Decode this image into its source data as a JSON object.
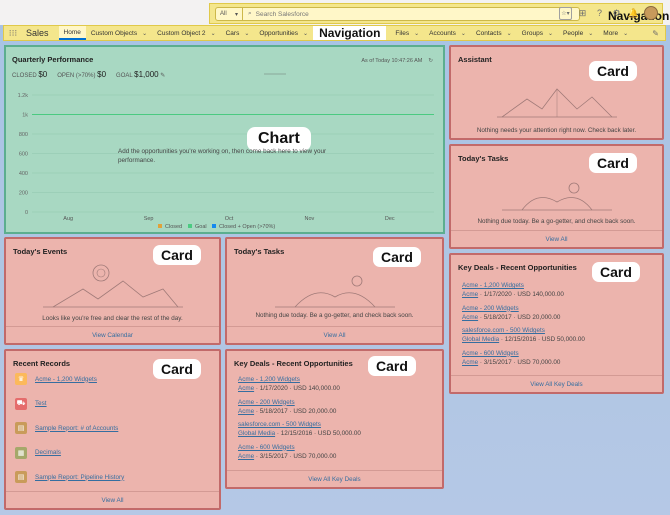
{
  "header": {
    "search_scope": "All",
    "search_placeholder": "Search Salesforce",
    "overlay_label": "Navigation"
  },
  "nav": {
    "app_name": "Sales",
    "overlay_label": "Navigation",
    "items": [
      {
        "label": "Home",
        "active": true,
        "chevron": false
      },
      {
        "label": "Custom Objects",
        "chevron": true
      },
      {
        "label": "Custom Object 2",
        "chevron": true
      },
      {
        "label": "Cars",
        "chevron": true
      },
      {
        "label": "Opportunities",
        "chevron": true
      }
    ],
    "items_right": [
      {
        "label": "Files",
        "chevron": true
      },
      {
        "label": "Accounts",
        "chevron": true
      },
      {
        "label": "Contacts",
        "chevron": true
      },
      {
        "label": "Groups",
        "chevron": true
      },
      {
        "label": "People",
        "chevron": true
      },
      {
        "label": "More",
        "chevron": true
      }
    ]
  },
  "performance": {
    "title": "Quarterly Performance",
    "closed_label": "CLOSED",
    "closed_value": "$0",
    "open_label": "OPEN (>70%)",
    "open_value": "$0",
    "goal_label": "GOAL",
    "goal_value": "$1,000",
    "as_of": "As of Today 10:47:26 AM",
    "overlay_label": "Chart",
    "empty_msg_1": "Add the opportunities you're working on, then come back here to view your",
    "empty_msg_2": "performance."
  },
  "chart_data": {
    "type": "line",
    "categories": [
      "Aug",
      "Sep",
      "Oct",
      "Nov",
      "Dec"
    ],
    "y_ticks": [
      "0",
      "200",
      "400",
      "600",
      "800",
      "1k",
      "1.2k"
    ],
    "ylim": [
      0,
      1200
    ],
    "goal": 1000,
    "series": [
      {
        "name": "Closed",
        "values": [
          0,
          0,
          0,
          0,
          0
        ],
        "color": "#e0a23a"
      },
      {
        "name": "Goal",
        "values": [
          1000,
          1000,
          1000,
          1000,
          1000
        ],
        "color": "#4bca81"
      },
      {
        "name": "Closed + Open (>70%)",
        "values": [
          0,
          0,
          0,
          0,
          0
        ],
        "color": "#1589ee"
      }
    ],
    "grid": true,
    "legend": "bottom"
  },
  "assistant": {
    "title": "Assistant",
    "overlay_label": "Card",
    "msg": "Nothing needs your attention right now. Check back later."
  },
  "tasks_right": {
    "title": "Today's Tasks",
    "overlay_label": "Card",
    "msg": "Nothing due today. Be a go-getter, and check back soon.",
    "footer": "View All"
  },
  "events": {
    "title": "Today's Events",
    "overlay_label": "Card",
    "msg": "Looks like you're free and clear the rest of the day.",
    "footer": "View Calendar"
  },
  "tasks_mid": {
    "title": "Today's Tasks",
    "overlay_label": "Card",
    "msg": "Nothing due today. Be a go-getter, and check back soon.",
    "footer": "View All"
  },
  "key_deals_right": {
    "title": "Key Deals - Recent Opportunities",
    "overlay_label": "Card",
    "footer": "View All Key Deals",
    "deals": [
      {
        "name": "Acme - 1,200 Widgets",
        "account": "Acme",
        "date": "1/17/2020",
        "amount": "USD 140,000.00"
      },
      {
        "name": "Acme - 200 Widgets",
        "account": "Acme",
        "date": "5/18/2017",
        "amount": "USD 20,000.00"
      },
      {
        "name": "salesforce.com - 500 Widgets",
        "account": "Global Media",
        "date": "12/15/2016",
        "amount": "USD 50,000.00"
      },
      {
        "name": "Acme - 600 Widgets",
        "account": "Acme",
        "date": "3/15/2017",
        "amount": "USD 70,000.00"
      }
    ]
  },
  "key_deals_mid": {
    "title": "Key Deals - Recent Opportunities",
    "overlay_label": "Card",
    "footer": "View All Key Deals",
    "deals": [
      {
        "name": "Acme - 1,200 Widgets",
        "account": "Acme",
        "date": "1/17/2020",
        "amount": "USD 140,000.00"
      },
      {
        "name": "Acme - 200 Widgets",
        "account": "Acme",
        "date": "5/18/2017",
        "amount": "USD 20,000.00"
      },
      {
        "name": "salesforce.com - 500 Widgets",
        "account": "Global Media",
        "date": "12/15/2016",
        "amount": "USD 50,000.00"
      },
      {
        "name": "Acme - 600 Widgets",
        "account": "Acme",
        "date": "3/15/2017",
        "amount": "USD 70,000.00"
      }
    ]
  },
  "recent_records": {
    "title": "Recent Records",
    "overlay_label": "Card",
    "footer": "View All",
    "items": [
      {
        "label": "Acme - 1,200 Widgets",
        "icon": "opportunity-icon",
        "color": "#fcb95b"
      },
      {
        "label": "Test",
        "icon": "car-icon",
        "color": "#e56c6c"
      },
      {
        "label": "Sample Report: # of Accounts",
        "icon": "report-icon",
        "color": "#c99b5a"
      },
      {
        "label": "Decimals",
        "icon": "custom-object-icon",
        "color": "#a5a86a"
      },
      {
        "label": "Sample Report: Pipeline History",
        "icon": "report-icon",
        "color": "#c99b5a"
      }
    ]
  }
}
